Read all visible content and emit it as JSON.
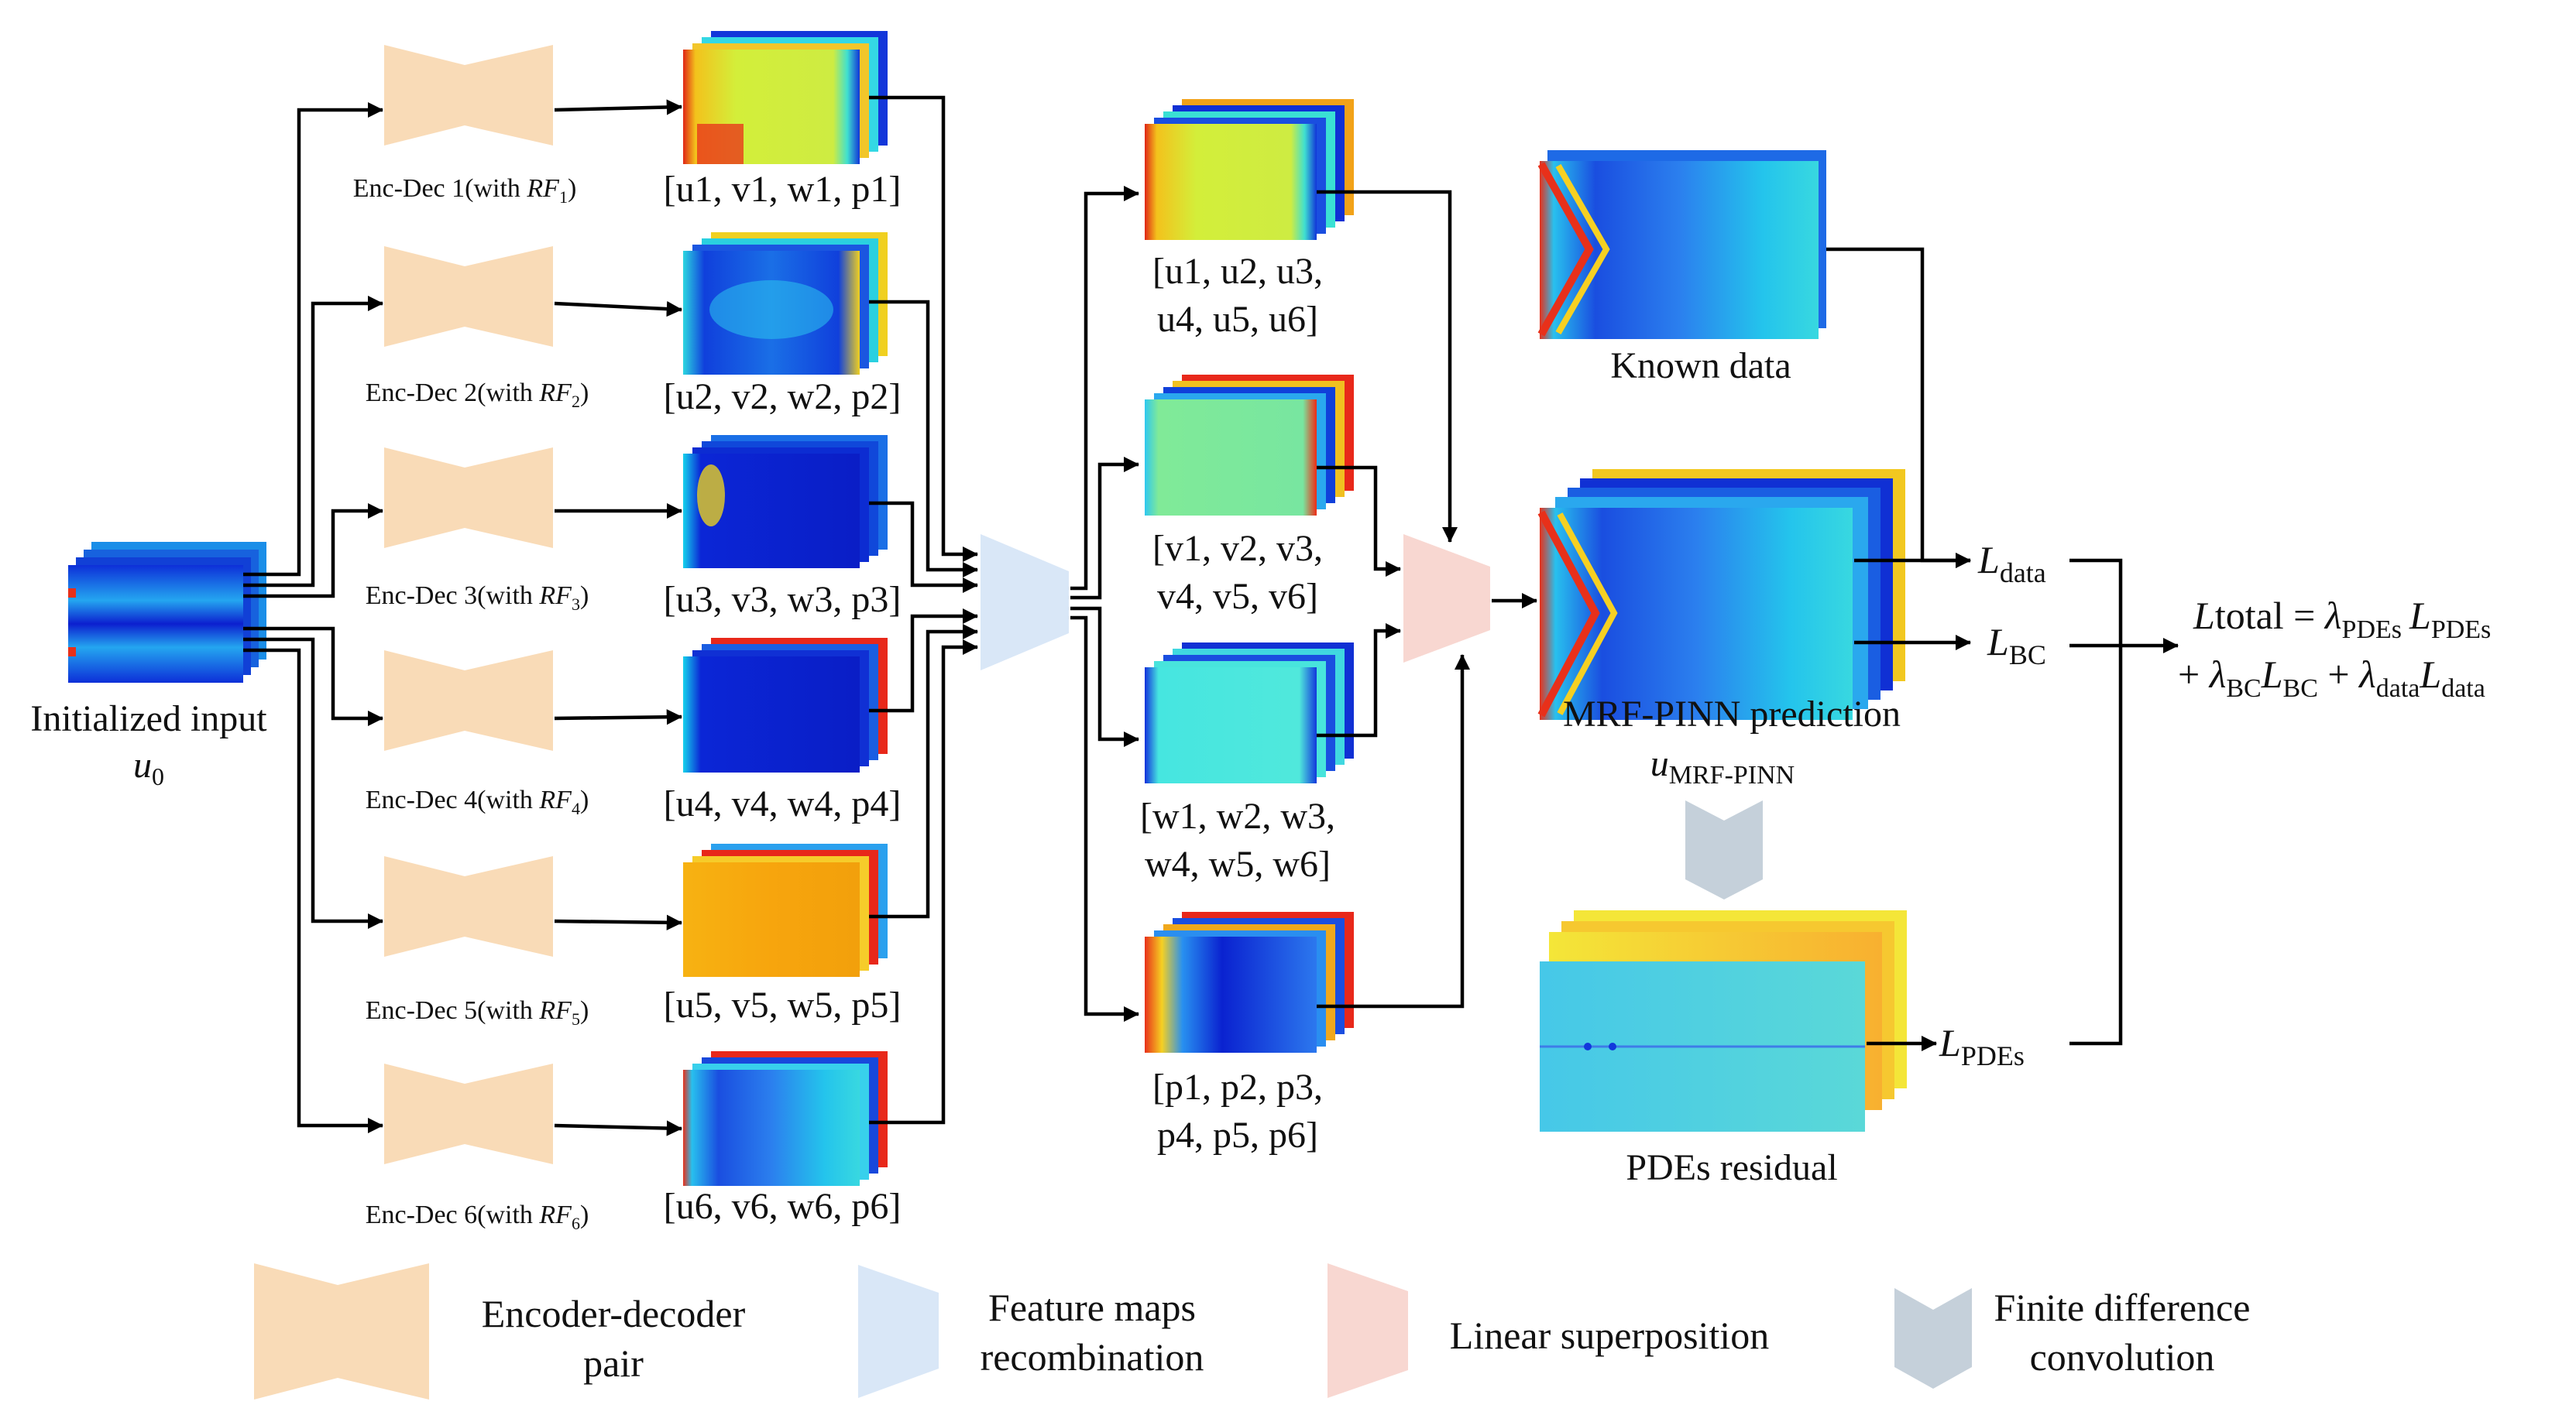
{
  "colors": {
    "encoder_decoder": "#f9dbb7",
    "recombination": "#d9e7f7",
    "superposition": "#f8d7d1",
    "finite_difference": "#c5d0da",
    "field_low": "#0a1fd0",
    "field_mid": "#22c8e8",
    "field_high": "#e82a1a"
  },
  "input": {
    "line1": "Initialized input",
    "symbol": "u",
    "sub": "0"
  },
  "encoders": [
    {
      "prefix": "Enc-Dec 1(with ",
      "rf": "RF",
      "rf_sub": "1",
      "suffix": ")",
      "out_label": "[u1, v1, w1, p1]"
    },
    {
      "prefix": "Enc-Dec 2(with ",
      "rf": "RF",
      "rf_sub": "2",
      "suffix": ")",
      "out_label": "[u2, v2, w2, p2]"
    },
    {
      "prefix": "Enc-Dec 3(with ",
      "rf": "RF",
      "rf_sub": "3",
      "suffix": ")",
      "out_label": "[u3, v3, w3, p3]"
    },
    {
      "prefix": "Enc-Dec 4(with ",
      "rf": "RF",
      "rf_sub": "4",
      "suffix": ")",
      "out_label": "[u4, v4, w4, p4]"
    },
    {
      "prefix": "Enc-Dec 5(with ",
      "rf": "RF",
      "rf_sub": "5",
      "suffix": ")",
      "out_label": "[u5, v5, w5, p5]"
    },
    {
      "prefix": "Enc-Dec 6(with ",
      "rf": "RF",
      "rf_sub": "6",
      "suffix": ")",
      "out_label": "[u6, v6, w6, p6]"
    }
  ],
  "groups": [
    {
      "line1": "[u1, u2, u3,",
      "line2": "u4, u5, u6]"
    },
    {
      "line1": "[v1, v2, v3,",
      "line2": "v4, v5, v6]"
    },
    {
      "line1": "[w1, w2, w3,",
      "line2": "w4, w5, w6]"
    },
    {
      "line1": "[p1, p2, p3,",
      "line2": "p4, p5, p6]"
    }
  ],
  "known_data": "Known data",
  "prediction": {
    "line1": "MRF-PINN prediction",
    "symbol": "u",
    "sub": "MRF-PINN"
  },
  "residual": "PDEs residual",
  "losses": {
    "data": {
      "sym": "L",
      "sub": "data"
    },
    "bc": {
      "sym": "L",
      "sub": "BC"
    },
    "pdes": {
      "sym": "L",
      "sub": "PDEs"
    }
  },
  "equation": {
    "l_total": "L",
    "total_word": "total = ",
    "lambda": "λ",
    "pdes": "PDEs",
    "l_sym": "L",
    "plus": "+ ",
    "bc": "BC",
    "data": "data",
    "plus_mid": " + "
  },
  "legend": [
    {
      "line1": "Encoder-decoder",
      "line2": "pair"
    },
    {
      "line1": "Feature maps",
      "line2": "recombination"
    },
    {
      "line1": "Linear superposition",
      "line2": ""
    },
    {
      "line1": "Finite difference",
      "line2": "convolution"
    }
  ]
}
